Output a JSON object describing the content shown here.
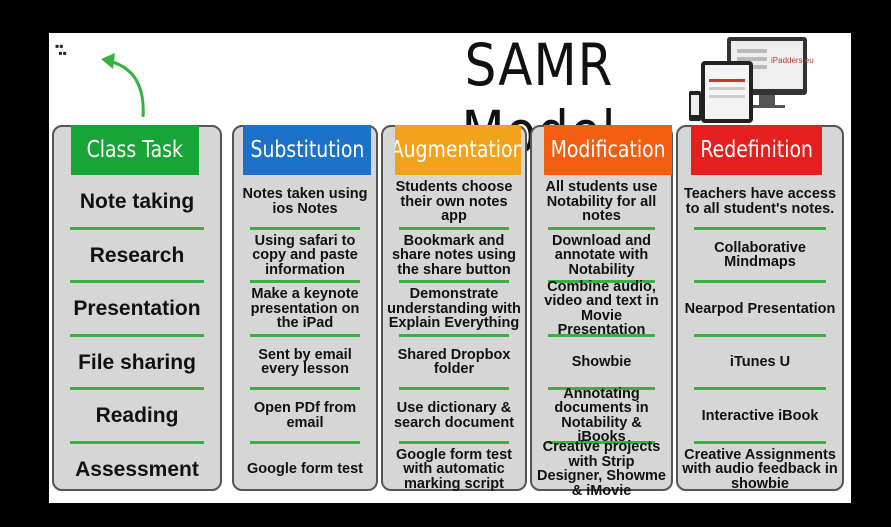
{
  "title": "SAMR Model",
  "device_logo": "iPadders.eu",
  "colors": {
    "class_task": "#16a536",
    "substitution": "#1b72c8",
    "augmentation": "#f2a31b",
    "modification": "#f45e12",
    "redefinition": "#e61e1e",
    "divider": "#36b244"
  },
  "columns": [
    {
      "header": "Class Task",
      "cells": [
        "Note taking",
        "Research",
        "Presentation",
        "File sharing",
        "Reading",
        "Assessment"
      ]
    },
    {
      "header": "Substitution",
      "cells": [
        "Notes taken using ios Notes",
        "Using safari to copy and paste information",
        "Make a keynote presentation on the iPad",
        "Sent by email every lesson",
        "Open PDf from email",
        "Google form test"
      ]
    },
    {
      "header": "Augmentation",
      "cells": [
        "Students choose their own notes app",
        "Bookmark and share notes using the share button",
        "Demonstrate understanding with Explain Everything",
        "Shared Dropbox folder",
        "Use dictionary & search document",
        "Google form test with automatic marking script"
      ]
    },
    {
      "header": "Modification",
      "cells": [
        "All students use Notability for all notes",
        "Download and annotate with Notability",
        "Combine audio, video and text in Movie Presentation",
        "Showbie",
        "Annotating documents in Notability & iBooks",
        "Creative projects with Strip Designer, Showme & iMovie"
      ]
    },
    {
      "header": "Redefinition",
      "cells": [
        "Teachers have access to all student's notes.",
        "Collaborative Mindmaps",
        "Nearpod Presentation",
        "iTunes U",
        "Interactive iBook",
        "Creative Assignments with audio feedback in showbie"
      ]
    }
  ]
}
